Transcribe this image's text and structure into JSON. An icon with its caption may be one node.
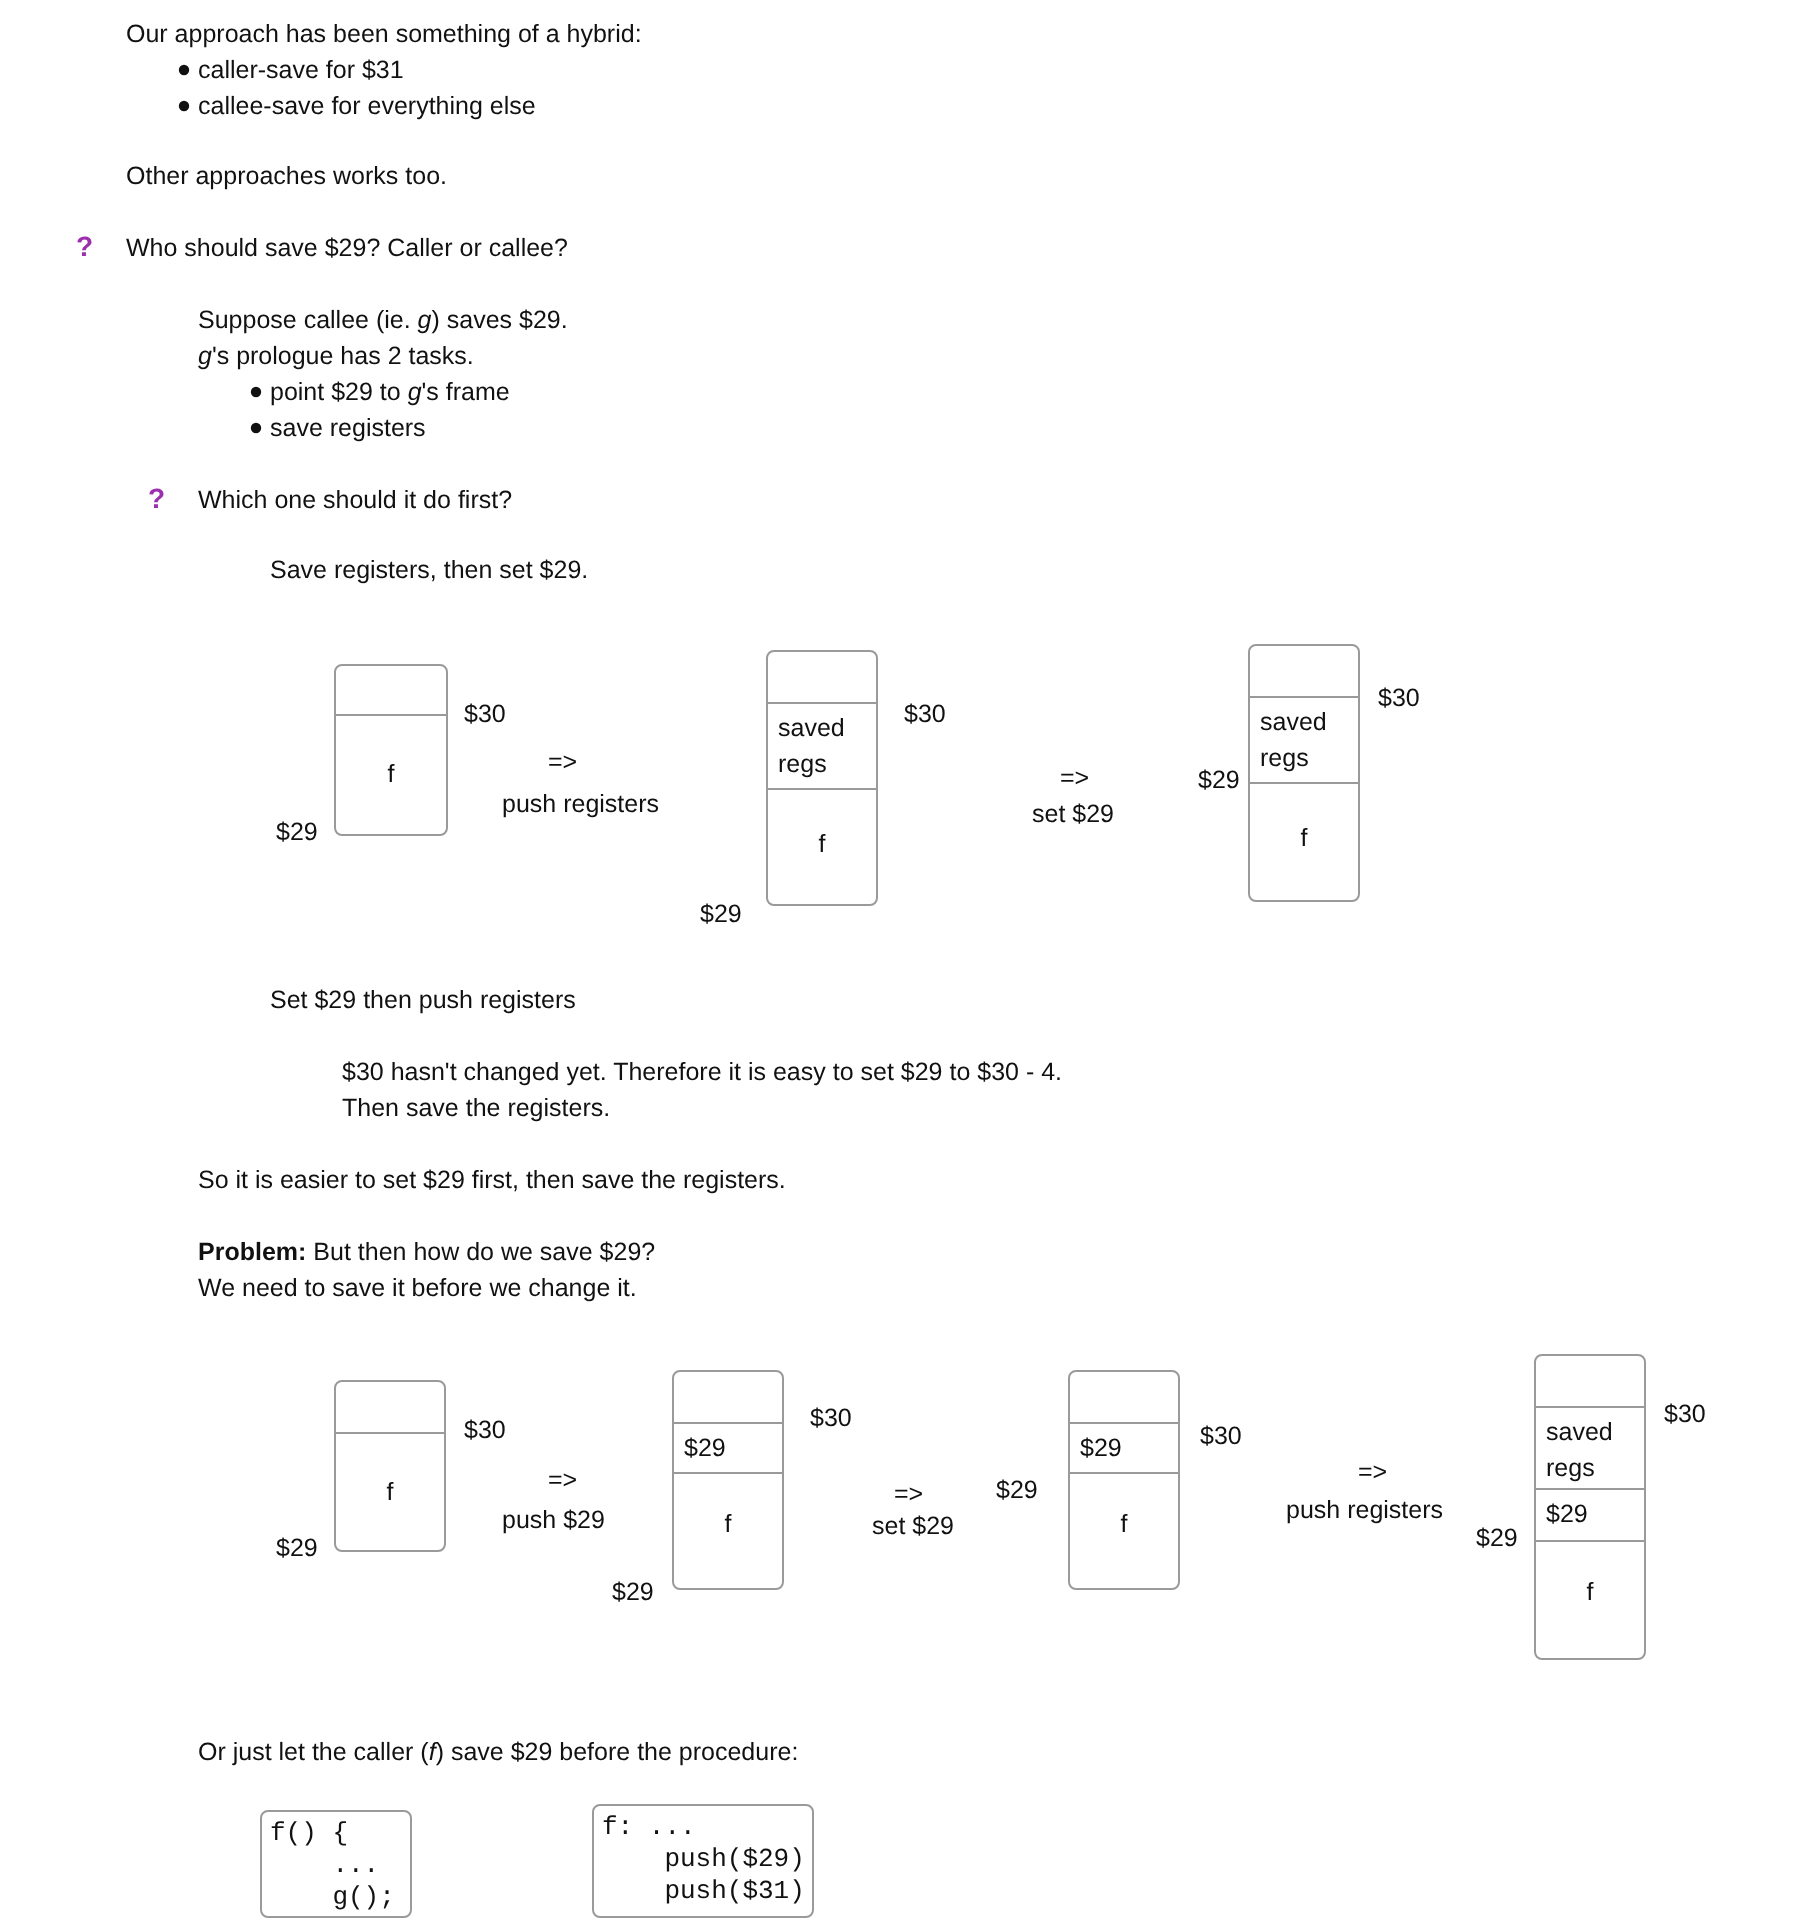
{
  "diagram": {
    "nodes": [
      {
        "text": [],
        "shape": "box"
      },
      {
        "text": [
          "f"
        ],
        "in": 0
      },
      {
        "text": [],
        "shape": "box"
      },
      {
        "text": [
          "saved regs"
        ],
        "in": 2
      },
      {
        "text": [
          "f"
        ],
        "in": 2
      },
      {
        "text": [],
        "shape": "box"
      },
      {
        "text": [
          "saved regs"
        ],
        "in": 5
      },
      {
        "text": [
          "f"
        ],
        "in": 5
      },
      {
        "text": [],
        "shape": "box"
      },
      {
        "text": [
          "f"
        ],
        "in": 8
      },
      {
        "text": [],
        "shape": "box"
      },
      {
        "text": [
          "$29"
        ],
        "in": 10
      },
      {
        "text": [
          "f"
        ],
        "in": 10
      },
      {
        "text": [],
        "shape": "box"
      },
      {
        "text": [
          "$29"
        ],
        "in": 13
      },
      {
        "text": [
          "f"
        ],
        "in": 13
      },
      {
        "text": [],
        "shape": "box"
      },
      {
        "text": [
          "saved regs"
        ],
        "in": 16
      },
      {
        "text": [
          "$29"
        ],
        "in": 16
      },
      {
        "text": [
          "f"
        ],
        "in": 16
      },
      {
        "text": [
          "f() { ... g();"
        ]
      },
      {
        "text": [
          "f: ... push($29) push($31)"
        ]
      }
    ],
    "labels": [
      "Our approach has been something of a hybrid:",
      "caller-save for $31",
      "callee-save for everything else",
      "Other approaches works too.",
      "?",
      "Who should save $29? Caller or callee?",
      "Suppose callee (ie. *g*) saves $29.",
      "*g*'s prologue has 2 tasks.",
      "point $29 to *g*'s frame",
      "save registers",
      "?",
      "Which one should it do first?",
      "Save registers, then set $29.",
      "$30",
      "=>",
      "push registers",
      "$29",
      "$30",
      "$29",
      "=>",
      "set $29",
      "$30",
      "$29",
      "Set $29 then push registers",
      "$30 hasn't changed yet. Therefore it is easy to set $29 to $30 - 4.",
      "Then save the registers.",
      "So it is easier to set $29 first, then save the registers.",
      "**Problem:** But then how do we save $29?",
      "We need to save it before we change it.",
      "$30",
      "=>",
      "push $29",
      "$29",
      "$30",
      "$29",
      "=>",
      "set $29",
      "$29",
      "$30",
      "=>",
      "push registers",
      "$29",
      "$30",
      "Or just let the caller (*f*) save $29 before the procedure:"
    ]
  }
}
